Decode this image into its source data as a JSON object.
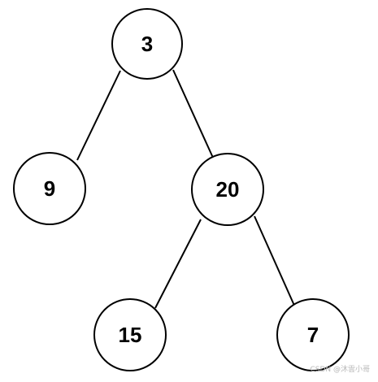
{
  "tree": {
    "nodes": [
      {
        "id": "n3",
        "label": "3"
      },
      {
        "id": "n9",
        "label": "9"
      },
      {
        "id": "n20",
        "label": "20"
      },
      {
        "id": "n15",
        "label": "15"
      },
      {
        "id": "n7",
        "label": "7"
      }
    ],
    "edges": [
      {
        "from": "n3",
        "to": "n9"
      },
      {
        "from": "n3",
        "to": "n20"
      },
      {
        "from": "n20",
        "to": "n15"
      },
      {
        "from": "n20",
        "to": "n7"
      }
    ]
  },
  "watermark": "CSDN @沐雲小哥"
}
